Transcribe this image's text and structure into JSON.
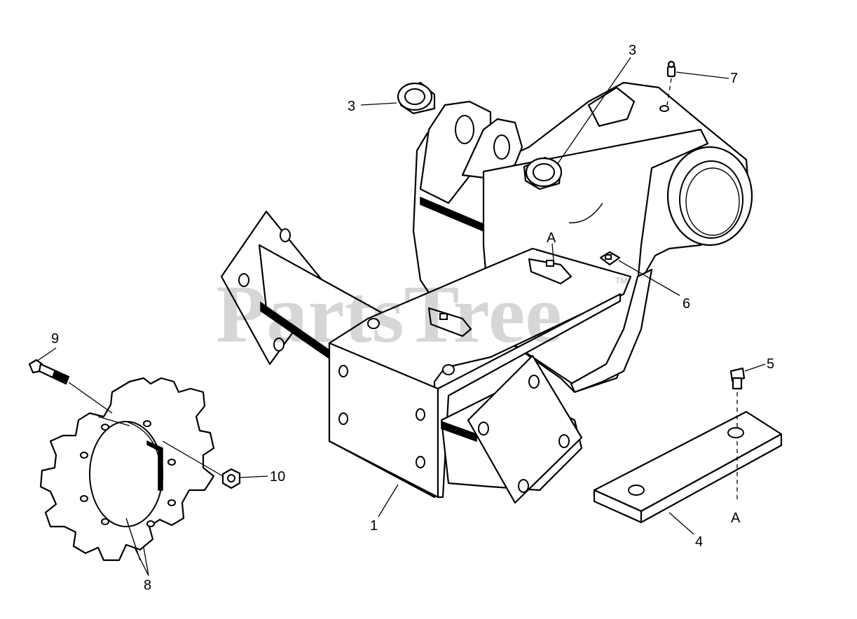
{
  "watermark": {
    "text": "PartsTree",
    "trademark": "TM"
  },
  "callouts": [
    {
      "id": "c1",
      "label": "1"
    },
    {
      "id": "c3a",
      "label": "3"
    },
    {
      "id": "c3b",
      "label": "3"
    },
    {
      "id": "c4",
      "label": "4"
    },
    {
      "id": "c5",
      "label": "5"
    },
    {
      "id": "c6",
      "label": "6"
    },
    {
      "id": "c7",
      "label": "7"
    },
    {
      "id": "c8",
      "label": "8"
    },
    {
      "id": "c9",
      "label": "9"
    },
    {
      "id": "c10",
      "label": "10"
    },
    {
      "id": "cA1",
      "label": "A"
    },
    {
      "id": "cA2",
      "label": "A"
    }
  ]
}
